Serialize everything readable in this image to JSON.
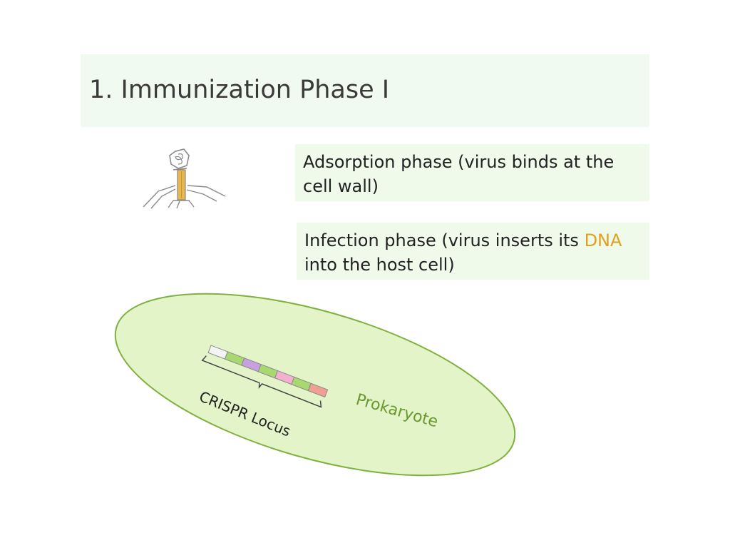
{
  "title": "1. Immunization Phase I",
  "adsorption_text": "Adsorption phase (virus binds at the cell wall)",
  "infection": {
    "before": "Infection phase (virus inserts its ",
    "highlight": "DNA",
    "after": " into the host cell)"
  },
  "cell_label": "Prokaryote",
  "locus_label": "CRISPR Locus",
  "locus_segment_colors": [
    "#f4f4f4",
    "#a8d870",
    "#c7a0e0",
    "#a8d870",
    "#f4b0d0",
    "#a8d870",
    "#f0a090"
  ],
  "colors": {
    "title_bg": "#f0faf0",
    "note_bg": "#f0faeb",
    "cell_fill": "#e3f5c8",
    "cell_stroke": "#80b040",
    "cell_label": "#6a9830",
    "dna_highlight": "#e0a020",
    "phage_tail": "#e8b850"
  },
  "icons": [
    "bacteriophage-icon"
  ]
}
